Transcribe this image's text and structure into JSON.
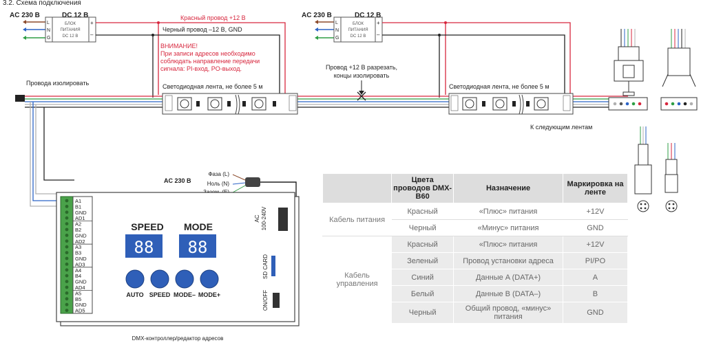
{
  "header": {
    "section_title": "3.2. Схема подключения"
  },
  "psu1": {
    "ac_label": "AC 230 В",
    "dc_label": "DC 12 В",
    "box_line1": "БЛОК",
    "box_line2": "ПИТАНИЯ",
    "box_line3": "DC 12 В",
    "pin_l": "L",
    "pin_n": "N",
    "pin_g": "G",
    "plus": "+",
    "minus": "–"
  },
  "psu2": {
    "ac_label": "AC 230 В",
    "dc_label": "DC 12 В",
    "box_line1": "БЛОК",
    "box_line2": "ПИТАНИЯ",
    "box_line3": "DC 12 В",
    "pin_l": "L",
    "pin_n": "N",
    "pin_g": "G",
    "plus": "+",
    "minus": "–"
  },
  "wires": {
    "red_label": "Красный провод +12 В",
    "black_label": "Черный провод –12 В, GND"
  },
  "warning": {
    "line1": "ВНИМАНИЕ!",
    "line2": "При записи адресов необходимо",
    "line3": "соблюдать направление передачи",
    "line4": "сигнала: PI-вход, PO-выход."
  },
  "notes": {
    "cut_line1": "Провод +12 В разрезать,",
    "cut_line2": "концы изолировать",
    "insulate": "Провода изолировать",
    "strip1": "Светодиодная лента, не более 5 м",
    "strip2": "Светодиодная лента, не более 5 м",
    "next": "К следующим лентам"
  },
  "controller": {
    "ac_label": "AC 230 В",
    "phase": "Фаза (L)",
    "neutral": "Ноль (N)",
    "ground": "Зазем. (E)",
    "speed_title": "SPEED",
    "mode_title": "MODE",
    "speed_display": "88",
    "mode_display": "88",
    "btn_auto": "AUTO",
    "btn_speed": "SPEED",
    "btn_mode_minus": "MODE–",
    "btn_mode_plus": "MODE+",
    "ac_side1": "AC",
    "ac_side2": "100-240V",
    "sd": "SD CARD",
    "onoff": "ON/OFF",
    "caption": "DMX-контроллер/редактор адресов",
    "terminals": [
      "A1",
      "B1",
      "GND",
      "AD1",
      "A2",
      "B2",
      "GND",
      "AD2",
      "A3",
      "B3",
      "GND",
      "AD3",
      "A4",
      "B4",
      "GND",
      "AD4",
      "A5",
      "B5",
      "GND",
      "AD5"
    ]
  },
  "table": {
    "h1": "Цвета проводов DMX-B60",
    "h2": "Назначение",
    "h3": "Маркировка на ленте",
    "power_group": "Кабель питания",
    "control_group": "Кабель управления",
    "power": [
      {
        "color": "Красный",
        "purpose": "«Плюс» питания",
        "mark": "+12V"
      },
      {
        "color": "Черный",
        "purpose": "«Минус» питания",
        "mark": "GND"
      }
    ],
    "control": [
      {
        "color": "Красный",
        "purpose": "«Плюс» питания",
        "mark": "+12V"
      },
      {
        "color": "Зеленый",
        "purpose": "Провод установки адреса",
        "mark": "PI/PO"
      },
      {
        "color": "Синий",
        "purpose": "Данные A (DATA+)",
        "mark": "A"
      },
      {
        "color": "Белый",
        "purpose": "Данные B (DATA–)",
        "mark": "B"
      },
      {
        "color": "Черный",
        "purpose": "Общий провод, «минус» питания",
        "mark": "GND"
      }
    ]
  },
  "colors": {
    "red": "#d7263d",
    "black": "#222222",
    "green": "#2e9e44",
    "blue": "#2b63c6",
    "grey": "#b0b0b0",
    "button_blue": "#2f5fb8",
    "brown": "#8b4a2b"
  }
}
